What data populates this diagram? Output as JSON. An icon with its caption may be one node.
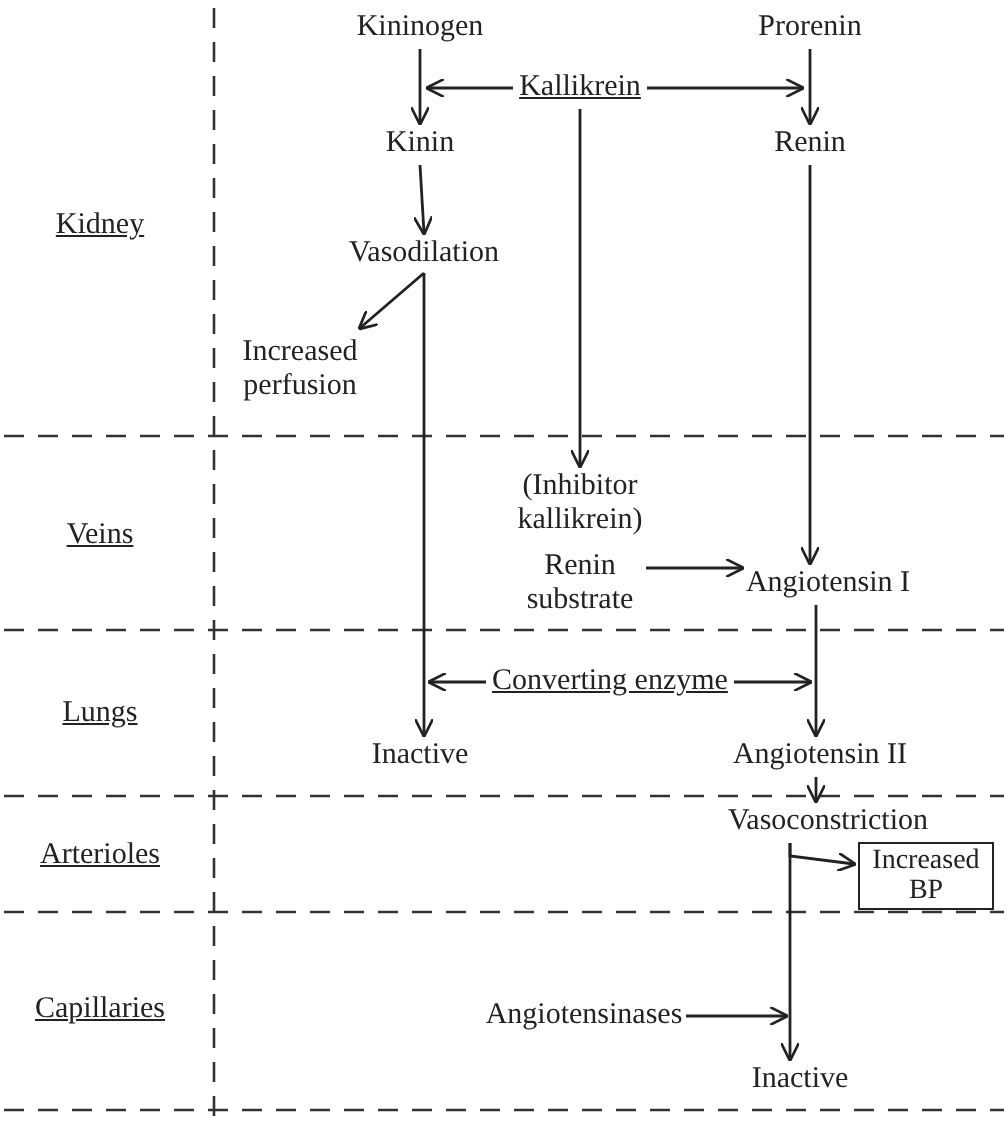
{
  "diagram": {
    "nodes": [
      {
        "text": [
          "Kininogen"
        ]
      },
      {
        "text": [
          "Prorenin"
        ]
      },
      {
        "text": [
          "Kallikrein"
        ]
      },
      {
        "text": [
          "Kinin"
        ]
      },
      {
        "text": [
          "Renin"
        ]
      },
      {
        "text": [
          "Vasodilation"
        ]
      },
      {
        "text": [
          "Increased perfusion"
        ]
      },
      {
        "text": [
          "(Inhibitor kallikrein)"
        ]
      },
      {
        "text": [
          "Renin substrate"
        ]
      },
      {
        "text": [
          "Angiotensin I"
        ]
      },
      {
        "text": [
          "Converting enzyme"
        ]
      },
      {
        "text": [
          "Inactive"
        ]
      },
      {
        "text": [
          "Angiotensin II"
        ]
      },
      {
        "text": [
          "Vasoconstriction"
        ]
      },
      {
        "text": [
          "Increased BP"
        ]
      },
      {
        "text": [
          "Angiotensinases"
        ]
      },
      {
        "text": [
          "Inactive"
        ]
      }
    ],
    "edges": [
      {
        "from": 0,
        "to": 3,
        "arrow": "to"
      },
      {
        "from": 2,
        "to": 3,
        "arrow": "to"
      },
      {
        "from": 2,
        "to": 4,
        "arrow": "to"
      },
      {
        "from": 1,
        "to": 4,
        "arrow": "to"
      },
      {
        "from": 2,
        "to": 7,
        "arrow": "to"
      },
      {
        "from": 3,
        "to": 5,
        "arrow": "to"
      },
      {
        "from": 5,
        "to": 6,
        "arrow": "to"
      },
      {
        "from": 5,
        "to": 11,
        "arrow": "to"
      },
      {
        "from": 4,
        "to": 9,
        "arrow": "to"
      },
      {
        "from": 8,
        "to": 9,
        "arrow": "to"
      },
      {
        "from": 9,
        "to": 12,
        "arrow": "to"
      },
      {
        "from": 10,
        "to": 11,
        "arrow": "to"
      },
      {
        "from": 10,
        "to": 12,
        "arrow": "to"
      },
      {
        "from": 12,
        "to": 13,
        "arrow": "to"
      },
      {
        "from": 13,
        "to": 14,
        "arrow": "to"
      },
      {
        "from": 13,
        "to": 16,
        "arrow": "to"
      },
      {
        "from": 15,
        "to": 16,
        "arrow": "to"
      }
    ],
    "labels": [
      "Kidney",
      "Veins",
      "Lungs",
      "Arterioles",
      "Capillaries"
    ]
  }
}
